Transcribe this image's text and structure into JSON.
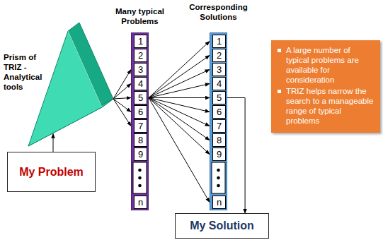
{
  "diagram": {
    "nodes": [
      {
        "text": [
          "Prism of TRIZ - Analytical tools"
        ]
      },
      {
        "text": [
          "My Problem"
        ]
      },
      {
        "text": [
          "Many typical Problems"
        ]
      },
      {
        "text": [
          "1"
        ],
        "in": 2
      },
      {
        "text": [
          "2"
        ],
        "in": 2
      },
      {
        "text": [
          "3"
        ],
        "in": 2
      },
      {
        "text": [
          "4"
        ],
        "in": 2
      },
      {
        "text": [
          "5"
        ],
        "in": 2
      },
      {
        "text": [
          "6"
        ],
        "in": 2
      },
      {
        "text": [
          "7"
        ],
        "in": 2
      },
      {
        "text": [
          "8"
        ],
        "in": 2
      },
      {
        "text": [
          "9"
        ],
        "in": 2
      },
      {
        "text": [
          "n"
        ],
        "in": 2
      },
      {
        "text": [
          "Corresponding Solutions"
        ]
      },
      {
        "text": [
          "1"
        ],
        "in": 13
      },
      {
        "text": [
          "2"
        ],
        "in": 13
      },
      {
        "text": [
          "3"
        ],
        "in": 13
      },
      {
        "text": [
          "4"
        ],
        "in": 13
      },
      {
        "text": [
          "5"
        ],
        "in": 13
      },
      {
        "text": [
          "6"
        ],
        "in": 13
      },
      {
        "text": [
          "7"
        ],
        "in": 13
      },
      {
        "text": [
          "8"
        ],
        "in": 13
      },
      {
        "text": [
          "9"
        ],
        "in": 13
      },
      {
        "text": [
          "n"
        ],
        "in": 13
      },
      {
        "text": [
          "A large number of typical problems are available for consideration",
          "TRIZ helps narrow the search to a manageable range of typical problems"
        ]
      },
      {
        "text": [
          "My Solution"
        ]
      }
    ],
    "edges": [
      {
        "from": 1,
        "to": 0,
        "arrow": "to"
      },
      {
        "from": 0,
        "to": 5,
        "arrow": "to"
      },
      {
        "from": 0,
        "to": 6,
        "arrow": "to"
      },
      {
        "from": 0,
        "to": 7,
        "arrow": "to"
      },
      {
        "from": 0,
        "to": 8,
        "arrow": "to"
      },
      {
        "from": 0,
        "to": 9,
        "arrow": "to"
      },
      {
        "from": 7,
        "to": 14,
        "arrow": "to"
      },
      {
        "from": 7,
        "to": 15,
        "arrow": "to"
      },
      {
        "from": 7,
        "to": 16,
        "arrow": "to"
      },
      {
        "from": 7,
        "to": 17,
        "arrow": "to"
      },
      {
        "from": 7,
        "to": 18,
        "arrow": "to"
      },
      {
        "from": 7,
        "to": 19,
        "arrow": "to"
      },
      {
        "from": 7,
        "to": 20,
        "arrow": "to"
      },
      {
        "from": 7,
        "to": 21,
        "arrow": "to"
      },
      {
        "from": 7,
        "to": 22,
        "arrow": "to"
      },
      {
        "from": 7,
        "to": 23,
        "arrow": "to"
      },
      {
        "from": 18,
        "to": 25,
        "arrow": "to"
      }
    ]
  }
}
